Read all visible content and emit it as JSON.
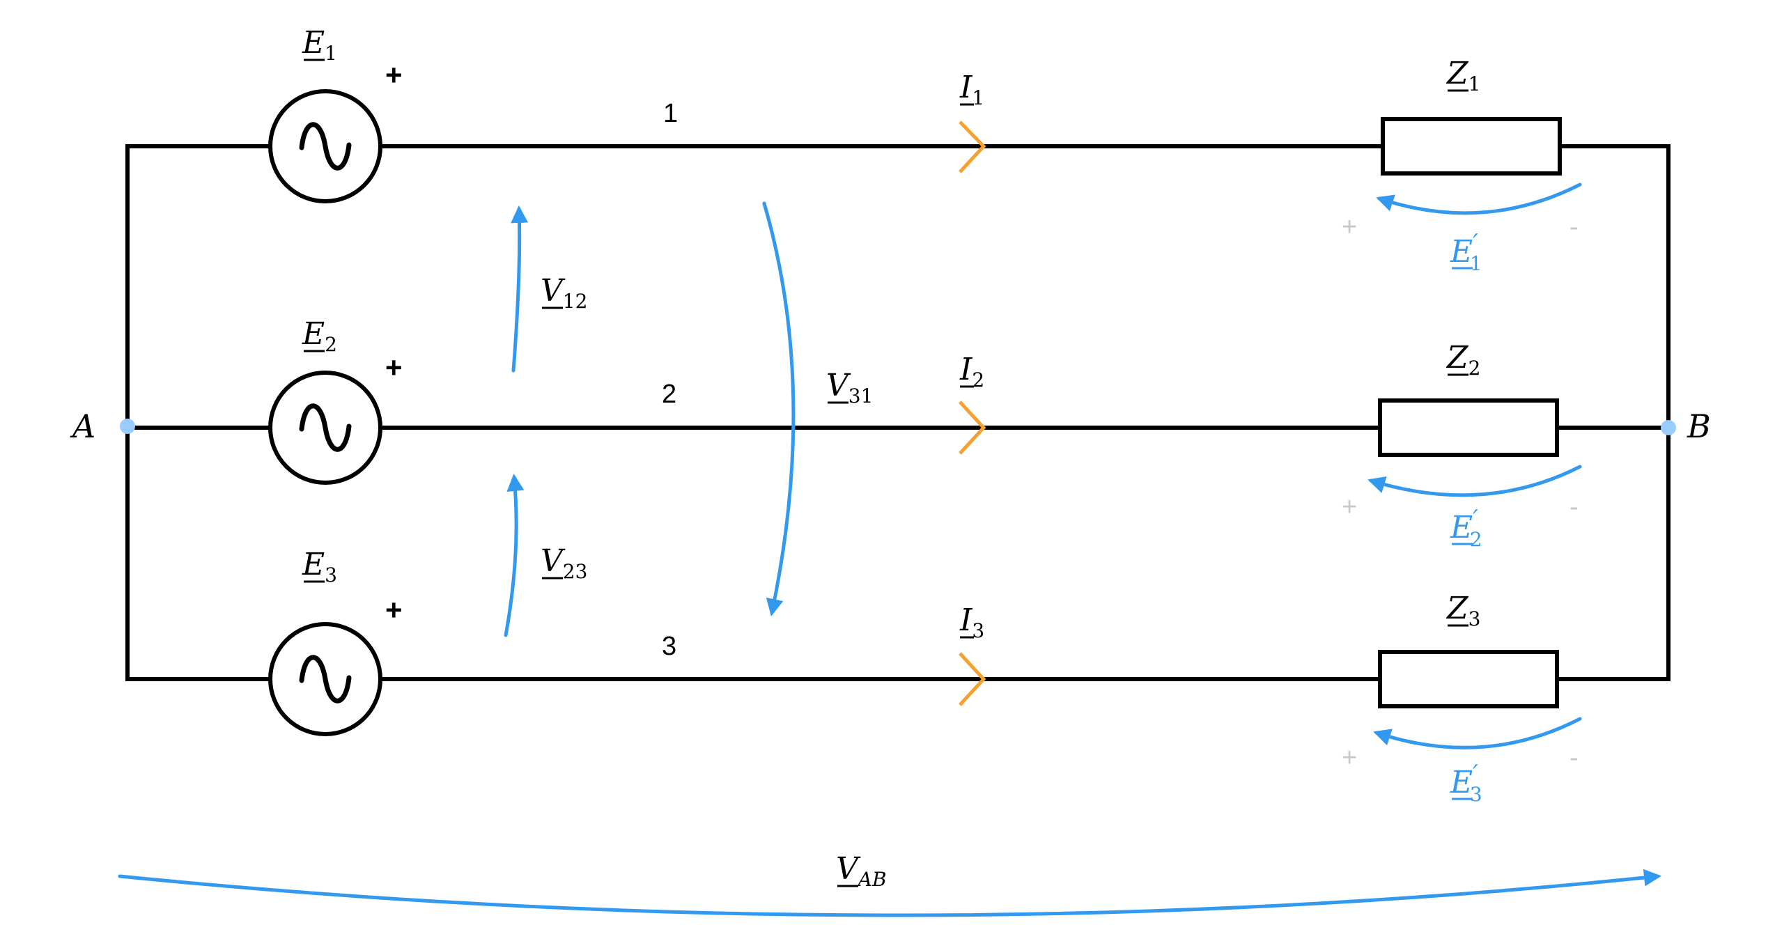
{
  "colors": {
    "wire": "#000000",
    "voltage_arrow": "#3399ee",
    "current_marker": "#f5a030",
    "node": "#99ccff",
    "polarity_sign": "#c8c8c8"
  },
  "nodes": {
    "a": "A",
    "b": "B"
  },
  "branches": [
    {
      "number": "1",
      "source": {
        "letter": "E",
        "sub": "1",
        "icon": "ac-source-icon",
        "polarity": "+"
      },
      "current": {
        "letter": "I",
        "sub": "1"
      },
      "impedance": {
        "letter": "Z",
        "sub": "1"
      },
      "emf": {
        "letter": "E",
        "prime": "′",
        "sub": "1",
        "plus": "+",
        "minus": "-"
      }
    },
    {
      "number": "2",
      "source": {
        "letter": "E",
        "sub": "2",
        "icon": "ac-source-icon",
        "polarity": "+"
      },
      "current": {
        "letter": "I",
        "sub": "2"
      },
      "impedance": {
        "letter": "Z",
        "sub": "2"
      },
      "emf": {
        "letter": "E",
        "prime": "′",
        "sub": "2",
        "plus": "+",
        "minus": "-"
      }
    },
    {
      "number": "3",
      "source": {
        "letter": "E",
        "sub": "3",
        "icon": "ac-source-icon",
        "polarity": "+"
      },
      "current": {
        "letter": "I",
        "sub": "3"
      },
      "impedance": {
        "letter": "Z",
        "sub": "3"
      },
      "emf": {
        "letter": "E",
        "prime": "′",
        "sub": "3",
        "plus": "+",
        "minus": "-"
      }
    }
  ],
  "voltages": {
    "v12": {
      "letter": "V",
      "sub": "12"
    },
    "v23": {
      "letter": "V",
      "sub": "23"
    },
    "v31": {
      "letter": "V",
      "sub": "31"
    },
    "vab": {
      "letter": "V",
      "sub": "AB"
    }
  }
}
